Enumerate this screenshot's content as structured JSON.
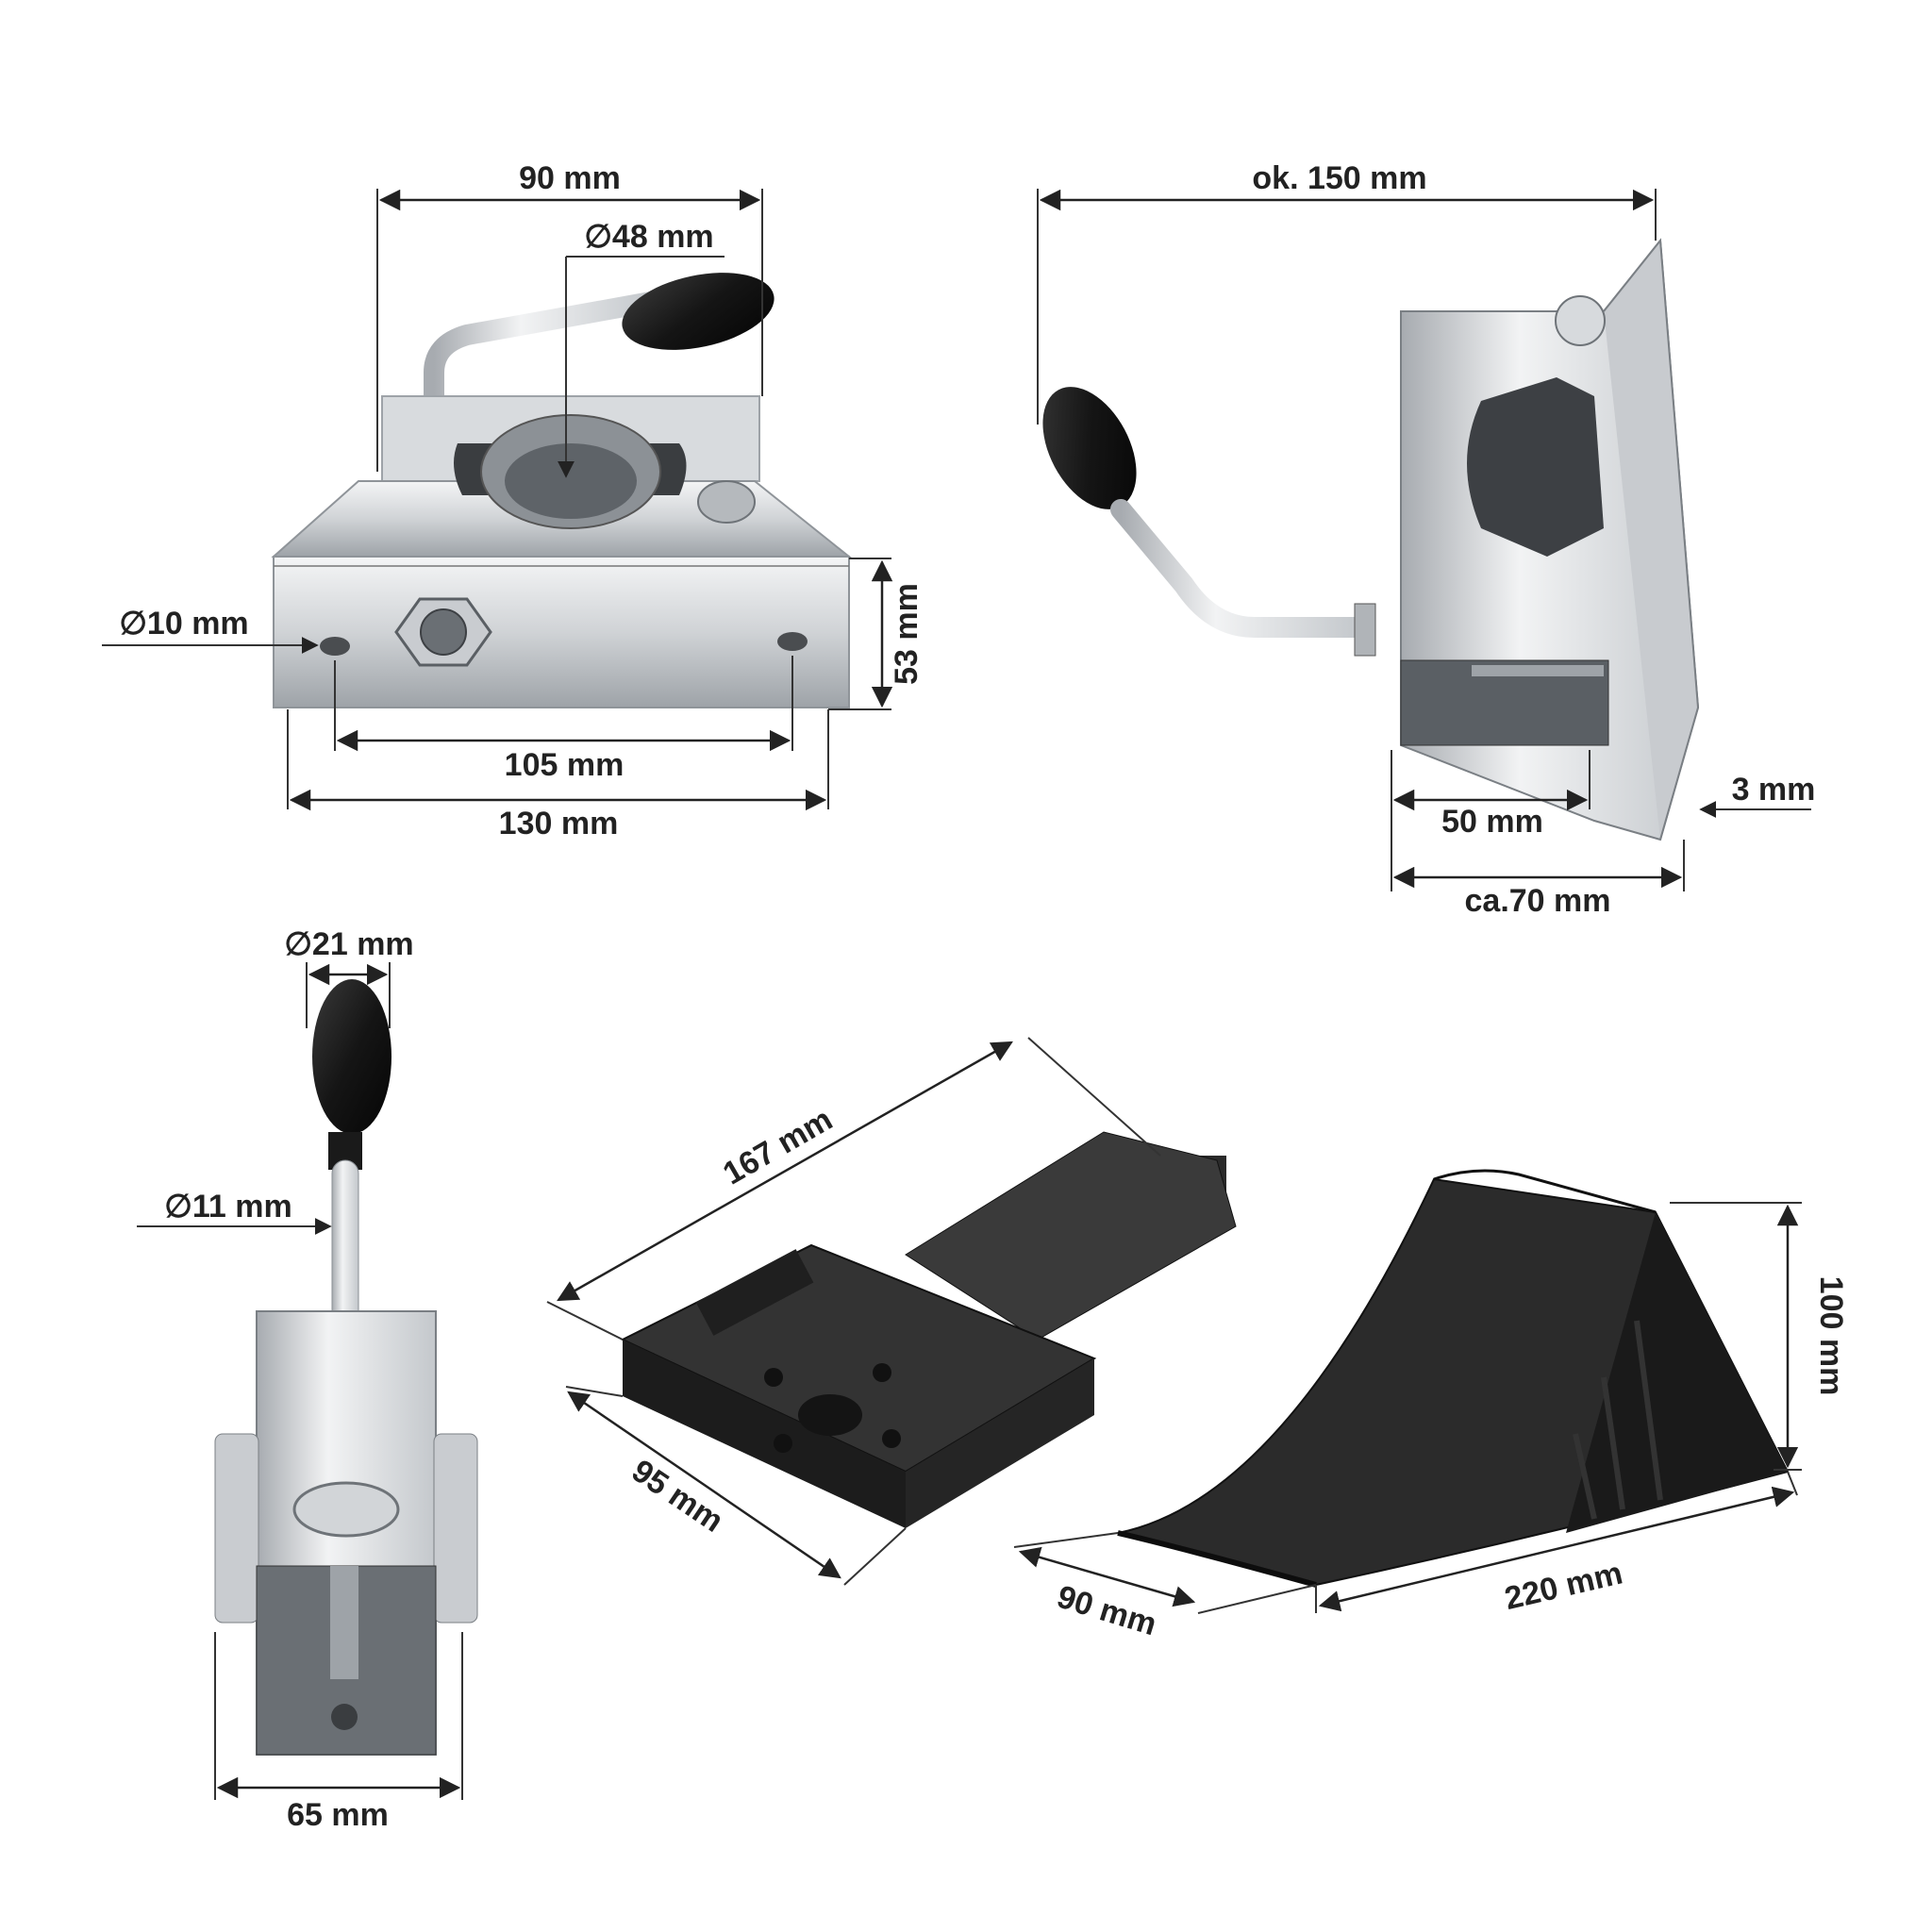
{
  "views": {
    "clamp_front": {
      "width_top": "90 mm",
      "bore": "∅48 mm",
      "hole": "∅10 mm",
      "height": "53 mm",
      "hole_spacing": "105 mm",
      "base_width": "130 mm"
    },
    "clamp_side": {
      "length": "ok. 150 mm",
      "thickness": "3 mm",
      "opening": "50 mm",
      "depth": "ca.70 mm"
    },
    "clamp_rear": {
      "knob": "∅21 mm",
      "rod": "∅11 mm",
      "width": "65 mm"
    },
    "wheel_chock_holder": {
      "length": "167 mm",
      "width": "95 mm"
    },
    "wheel_chock": {
      "height": "100 mm",
      "width": "90 mm",
      "length": "220 mm"
    }
  },
  "colors": {
    "steel_light": "#e6e8ea",
    "steel_mid": "#b8bcc0",
    "steel_dark": "#6e7378",
    "rubber": "#1c1c1c",
    "plastic": "#2a2a2a"
  }
}
